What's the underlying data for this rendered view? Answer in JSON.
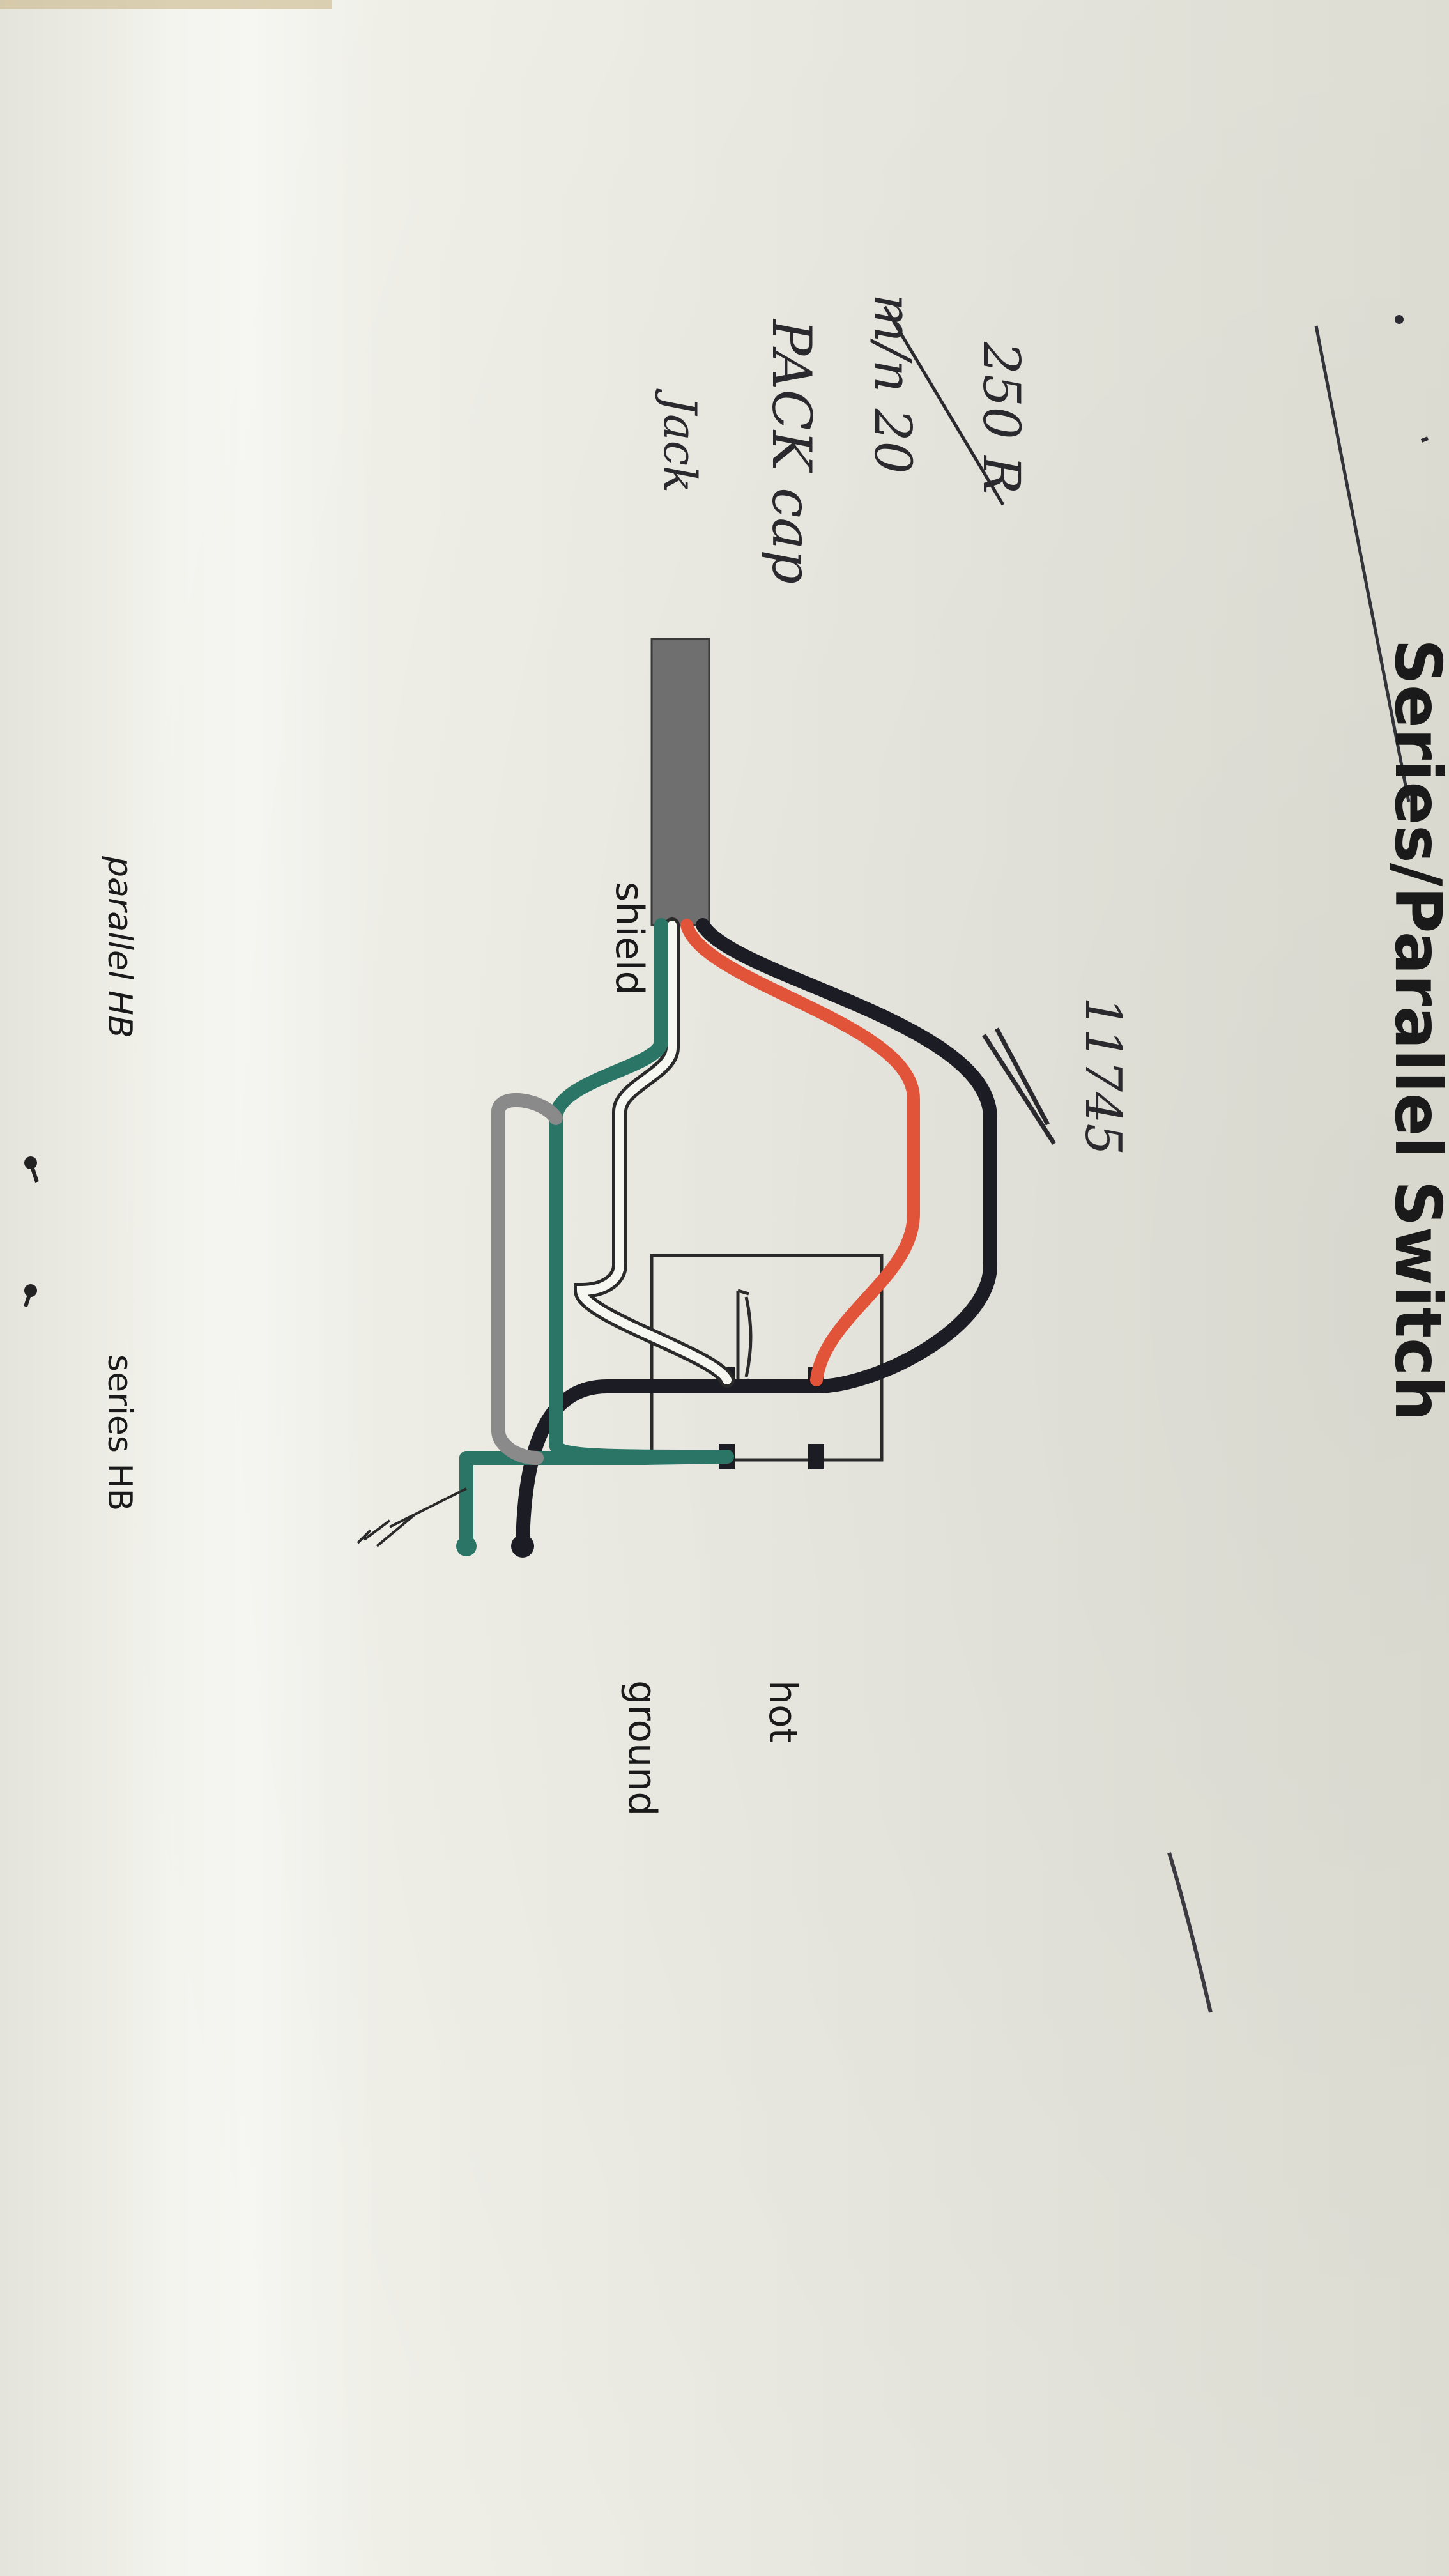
{
  "diagram": {
    "title": "Series/Parallel Switch",
    "labels": {
      "shield": "shield",
      "hot": "hot",
      "ground": "ground"
    },
    "modes": {
      "parallel": "parallel HB",
      "series": "series HB"
    },
    "wire_colors": {
      "black": "#1c1c24",
      "red": "#e2543a",
      "white": "#f7f7f2",
      "green": "#2a7566",
      "gray": "#8a8a8a",
      "cable": "#6f6f6f"
    }
  },
  "handwriting": {
    "line1": "250 R",
    "line2": "m/n 20",
    "line3": "PACK cap",
    "line4": "Jack",
    "number": "11745"
  }
}
